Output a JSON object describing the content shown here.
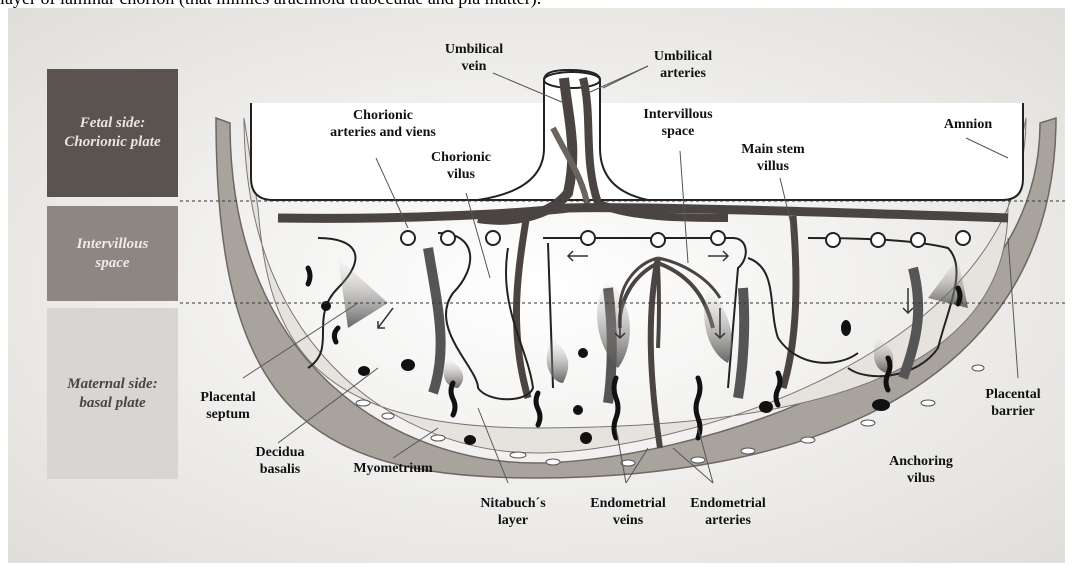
{
  "header_text": "layer of laminar chorion (that mimics arachnoid trabeculae and pia matter).",
  "side_regions": [
    {
      "line1": "Fetal side:",
      "line2": "Chorionic plate",
      "color": "#5b534f",
      "text_color": "#e9e4df"
    },
    {
      "line1": "Intervillous",
      "line2": "space",
      "color": "#8d8682",
      "text_color": "#ecebe9"
    },
    {
      "line1": "Maternal side:",
      "line2": "basal plate",
      "color": "#d8d6d2",
      "text_color": "#4a4542"
    }
  ],
  "labels": {
    "umbilical_vein": [
      "Umbilical",
      "vein"
    ],
    "umbilical_arteries": [
      "Umbilical",
      "arteries"
    ],
    "chorionic_arteries": [
      "Chorionic",
      "arteries and viens"
    ],
    "chorionic_vilus": [
      "Chorionic",
      "vilus"
    ],
    "intervillous_space": [
      "Intervillous",
      "space"
    ],
    "main_stem_villus": [
      "Main stem",
      "villus"
    ],
    "amnion": [
      "Amnion"
    ],
    "placental_septum": [
      "Placental",
      "septum"
    ],
    "decidua_basalis": [
      "Decidua",
      "basalis"
    ],
    "myometrium": [
      "Myometrium"
    ],
    "nitabuch_layer": [
      "Nitabuch´s",
      "layer"
    ],
    "endometrial_veins": [
      "Endometrial",
      "veins"
    ],
    "endometrial_arteries": [
      "Endometrial",
      "arteries"
    ],
    "anchoring_vilus": [
      "Anchoring",
      "vilus"
    ],
    "placental_barrier": [
      "Placental",
      "barrier"
    ]
  },
  "colors": {
    "vessel": "#4a4542",
    "uterine_wall": "#a9a39e",
    "decidua": "#e6e3df",
    "background": "#eeeeee"
  }
}
